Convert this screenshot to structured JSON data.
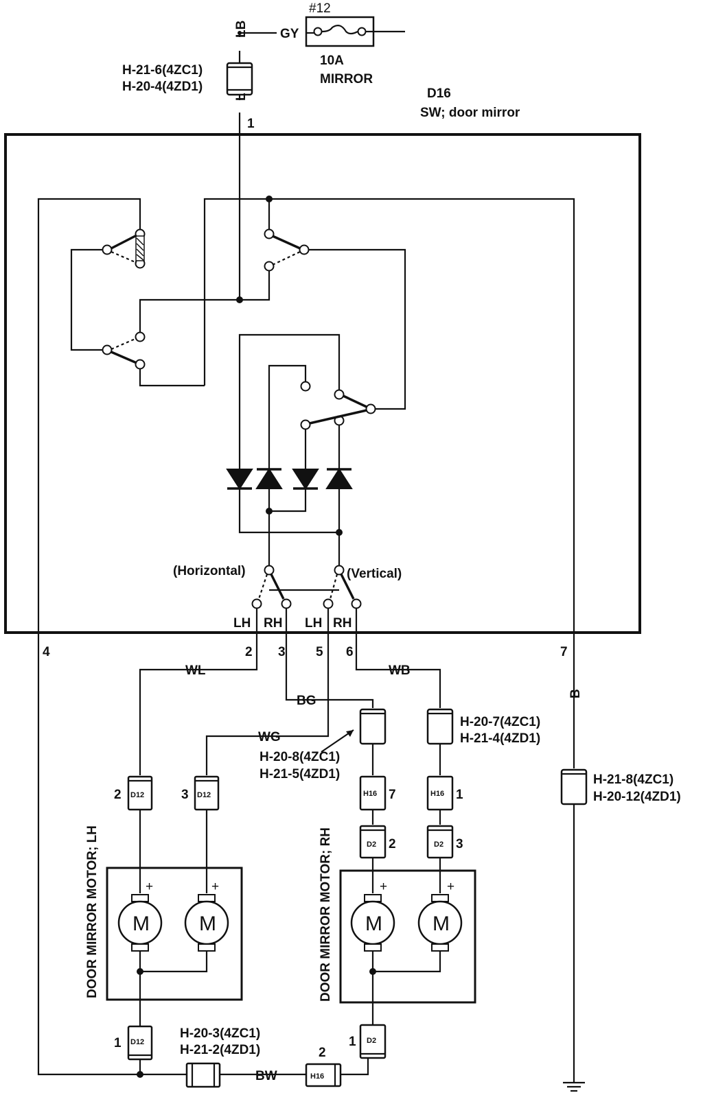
{
  "fuse": {
    "number": "#12",
    "rating": "10A",
    "name": "MIRROR"
  },
  "switch": {
    "code": "D16",
    "name": "SW; door mirror"
  },
  "wires": {
    "gy": "GY",
    "lb": "LB",
    "l": "L",
    "wl": "WL",
    "bg": "BG",
    "wg": "WG",
    "wb": "WB",
    "b": "B",
    "bw": "BW"
  },
  "pins": {
    "p1": "1",
    "p2": "2",
    "p3": "3",
    "p4": "4",
    "p5": "5",
    "p6": "6",
    "p7": "7"
  },
  "switch_labels": {
    "horizontal": "(Horizontal)",
    "vertical": "(Vertical)",
    "lh1": "LH",
    "rh1": "RH",
    "lh2": "LH",
    "rh2": "RH"
  },
  "connectors": {
    "c_top": [
      "H-21-6(4ZC1)",
      "H-20-4(4ZD1)"
    ],
    "c_bg": [
      "H-20-8(4ZC1)",
      "H-21-5(4ZD1)"
    ],
    "c_wb": [
      "H-20-7(4ZC1)",
      "H-21-4(4ZD1)"
    ],
    "c_b": [
      "H-21-8(4ZC1)",
      "H-20-12(4ZD1)"
    ],
    "c_bw": [
      "H-20-3(4ZC1)",
      "H-21-2(4ZD1)"
    ]
  },
  "parts": {
    "d12_a": {
      "label": "D12",
      "pin": "2"
    },
    "d12_b": {
      "label": "D12",
      "pin": "3"
    },
    "d12_c": {
      "label": "D12",
      "pin": "1"
    },
    "h16_a": {
      "label": "H16",
      "pin": "7"
    },
    "h16_b": {
      "label": "H16",
      "pin": "1"
    },
    "h16_c": {
      "label": "H16",
      "pin": "2"
    },
    "d2_a": {
      "label": "D2",
      "pin": "2"
    },
    "d2_b": {
      "label": "D2",
      "pin": "3"
    },
    "d2_c": {
      "label": "D2",
      "pin": "1"
    }
  },
  "motors": {
    "lh": {
      "name": "DOOR MIRROR MOTOR; LH",
      "m1": "M",
      "m2": "M",
      "plus1": "+",
      "plus2": "+"
    },
    "rh": {
      "name": "DOOR MIRROR MOTOR; RH",
      "m1": "M",
      "m2": "M",
      "plus1": "+",
      "plus2": "+"
    }
  }
}
